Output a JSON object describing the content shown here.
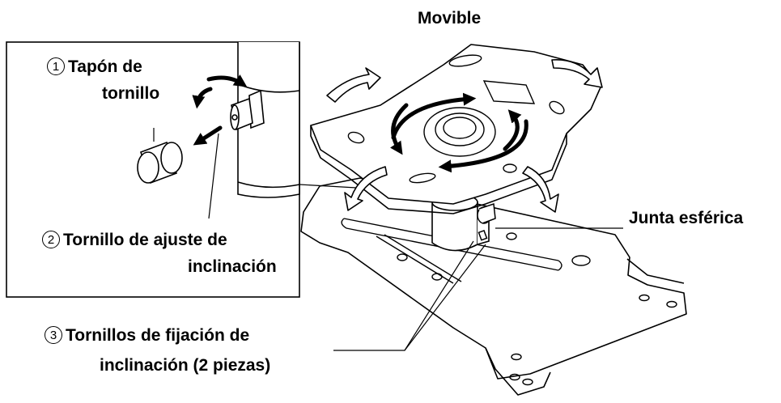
{
  "labels": {
    "movable": "Movible",
    "ball_joint": "Junta esférica",
    "callout_1": {
      "number": "1",
      "line1": "Tapón de",
      "line2": "tornillo"
    },
    "callout_2": {
      "number": "2",
      "line1": "Tornillo de ajuste de",
      "line2": "inclinación"
    },
    "callout_3": {
      "number": "3",
      "line1": "Tornillos de fijación de",
      "line2": "inclinación (2 piezas)"
    }
  },
  "colors": {
    "ink": "#000000",
    "paper": "#ffffff"
  }
}
